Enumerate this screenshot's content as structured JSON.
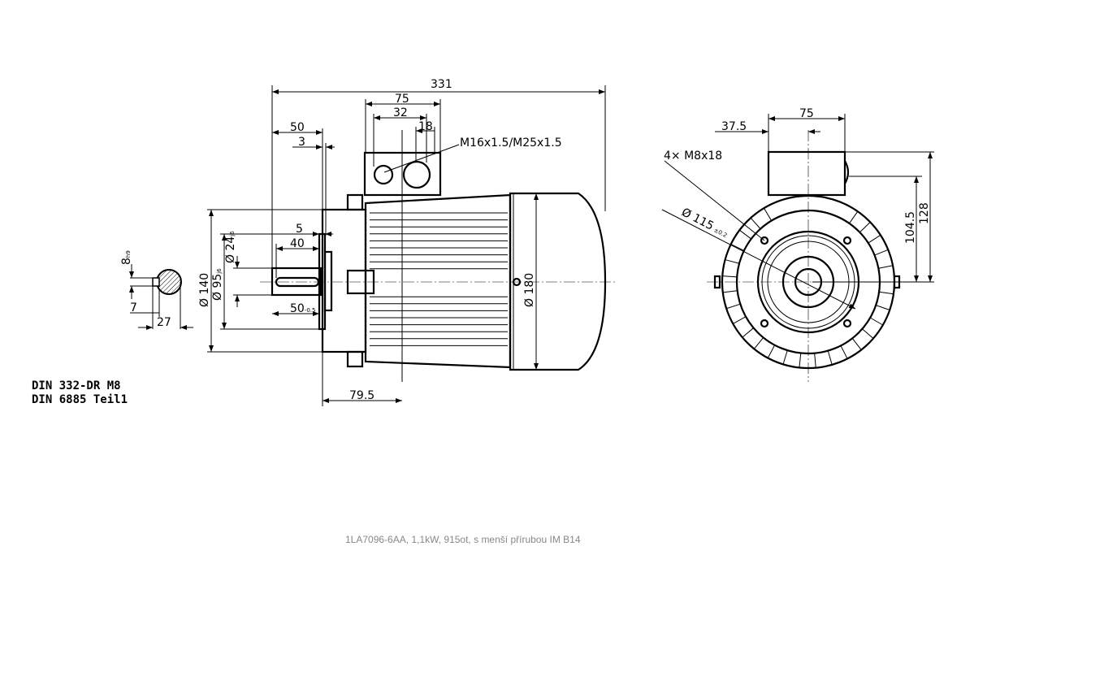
{
  "side_view": {
    "dims": {
      "overall": "331",
      "box_width": "75",
      "box_32": "32",
      "box_18": "18",
      "shaft_len": "50",
      "shoulder": "3",
      "key_offset": "5",
      "key_len": "40",
      "shaft_tol": "50",
      "shaft_tol_sup": "-0.5",
      "d140": "Ø 140",
      "d95": "Ø 95",
      "d95_tol": "j6",
      "d24": "Ø 24",
      "d24_tol": "j6",
      "d180": "Ø 180",
      "foot": "79.5"
    },
    "thread_label": "M16x1.5/M25x1.5"
  },
  "section": {
    "key_h": "8",
    "key_h_tol": "h9",
    "key_depth": "7",
    "shaft_27": "27"
  },
  "front_view": {
    "dims": {
      "box_width": "75",
      "half": "37.5",
      "h104": "104.5",
      "h128": "128",
      "pcd": "Ø 115",
      "pcd_tol": "±0.2"
    },
    "bolts_label": "4× M8x18"
  },
  "standards": [
    "DIN 332-DR M8",
    "DIN 6885 Teil1"
  ],
  "caption": "1LA7096-6AA,  1,1kW, 915ot, s menší přírubou IM B14"
}
